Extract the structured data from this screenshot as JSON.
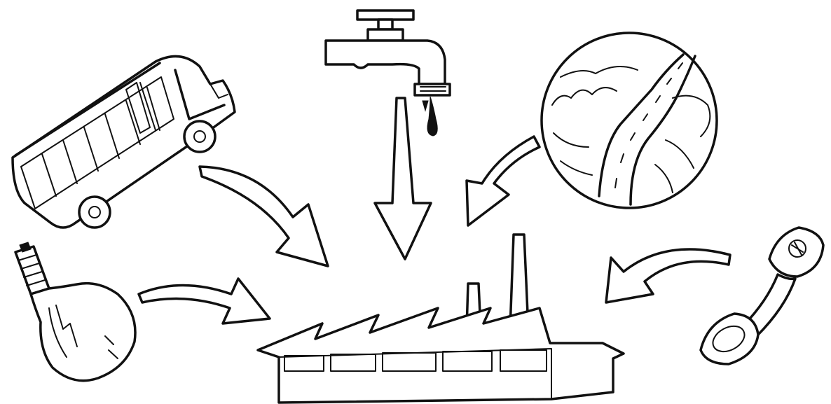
{
  "diagram": {
    "nodes": [
      {
        "id": "school-bus",
        "icon": "bus-icon"
      },
      {
        "id": "water-faucet",
        "icon": "faucet-icon"
      },
      {
        "id": "globe-road",
        "icon": "globe-icon"
      },
      {
        "id": "light-bulb",
        "icon": "lightbulb-icon"
      },
      {
        "id": "telephone-handset",
        "icon": "telephone-icon"
      },
      {
        "id": "factory",
        "icon": "factory-icon"
      }
    ],
    "edges": [
      {
        "from": "school-bus",
        "to": "factory"
      },
      {
        "from": "water-faucet",
        "to": "factory"
      },
      {
        "from": "globe-road",
        "to": "factory"
      },
      {
        "from": "light-bulb",
        "to": "factory"
      },
      {
        "from": "telephone-handset",
        "to": "factory"
      }
    ],
    "colors": {
      "ink": "#111111",
      "background": "#ffffff"
    }
  }
}
